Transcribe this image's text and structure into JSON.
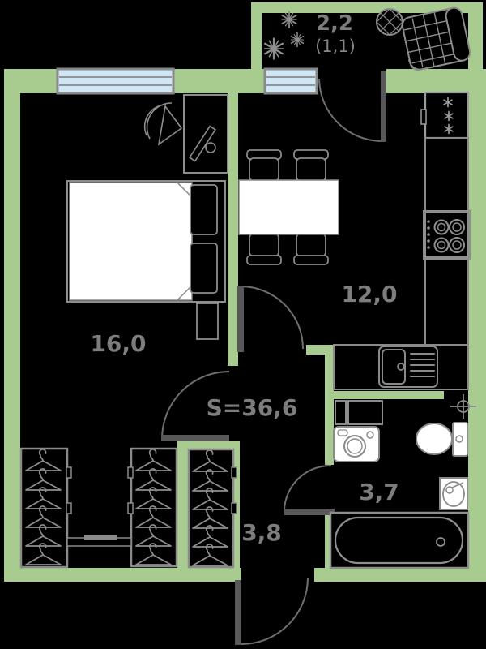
{
  "plan": {
    "labels": {
      "total_area": "S=36,6",
      "living_room": "16,0",
      "kitchen": "12,0",
      "hallway": "3,8",
      "bathroom": "3,7",
      "balcony": "2,2",
      "balcony_reduced": "(1,1)"
    },
    "colors": {
      "wall_green": "#a8cc8f",
      "background": "#000000",
      "window_pane": "#cfe7f4",
      "window_frame": "#898989",
      "furniture_outline": "#8d8d8d",
      "door_leaf": "#58585a",
      "door_arc": "#6f6f6f",
      "label_text": "#7d7d7d",
      "white_fill": "#ffffff"
    },
    "icons": [
      "snowflake-icon",
      "pouf-icon",
      "armchair-icon",
      "fridge-icon",
      "freezer-asterisk-icon",
      "stove-icon",
      "sink-icon",
      "monitor-icon",
      "desk-chair-icon",
      "bed",
      "hanger-icon",
      "washing-machine-icon",
      "toilet-icon",
      "washbasin-icon",
      "bathtub",
      "pipe-riser-icon",
      "window",
      "door-leaf",
      "door-swing-arc"
    ]
  }
}
